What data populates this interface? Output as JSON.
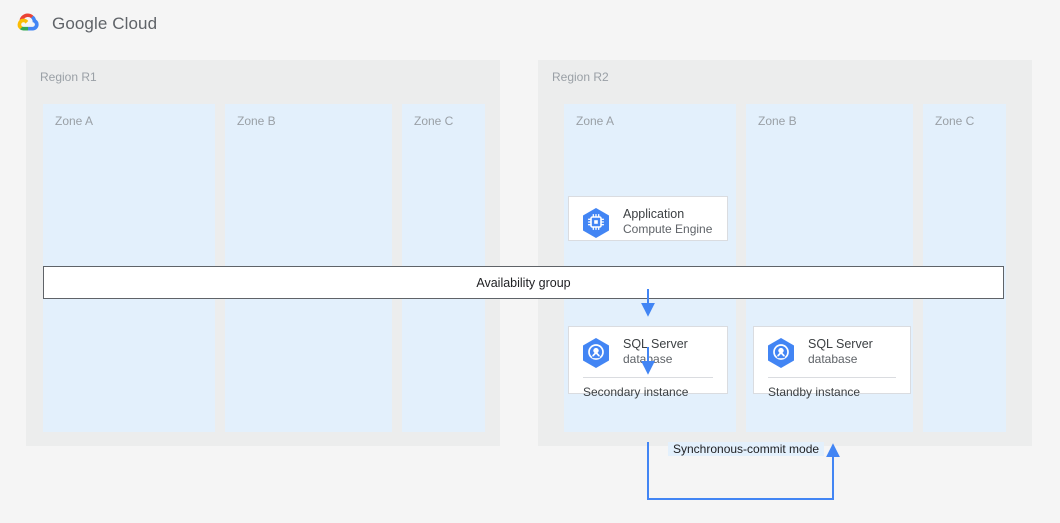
{
  "header": {
    "logo_icon": "google-cloud-logo-icon",
    "wordmark": "Google Cloud",
    "logo_colors": {
      "red": "#EA4335",
      "yellow": "#FBBC04",
      "green": "#34A853",
      "blue": "#4285F4"
    }
  },
  "diagram": {
    "accent_blue": "#4285F4",
    "region_bg": "#eceded",
    "zone_bg": "#e3f0fc",
    "regions": [
      {
        "id": "r1",
        "label": "Region R1",
        "zones": [
          {
            "id": "r1-zone-a",
            "label": "Zone A"
          },
          {
            "id": "r1-zone-b",
            "label": "Zone B"
          },
          {
            "id": "r1-zone-c",
            "label": "Zone C"
          }
        ]
      },
      {
        "id": "r2",
        "label": "Region R2",
        "zones": [
          {
            "id": "r2-zone-a",
            "label": "Zone A"
          },
          {
            "id": "r2-zone-b",
            "label": "Zone B"
          },
          {
            "id": "r2-zone-c",
            "label": "Zone C"
          }
        ]
      }
    ],
    "nodes": [
      {
        "id": "application",
        "icon": "compute-engine-icon",
        "title": "Application",
        "subtitle": "Compute Engine",
        "footer": null
      },
      {
        "id": "sql-secondary",
        "icon": "sql-server-database-icon",
        "title": "SQL Server",
        "subtitle": "database",
        "footer": "Secondary instance"
      },
      {
        "id": "sql-standby",
        "icon": "sql-server-database-icon",
        "title": "SQL Server",
        "subtitle": "database",
        "footer": "Standby instance"
      }
    ],
    "availability_group": {
      "label": "Availability group"
    },
    "connectors": [
      {
        "id": "app-to-ag",
        "label": null
      },
      {
        "id": "ag-to-sql-secondary",
        "label": null
      },
      {
        "id": "sync-commit",
        "label": "Synchronous-commit mode"
      }
    ]
  }
}
